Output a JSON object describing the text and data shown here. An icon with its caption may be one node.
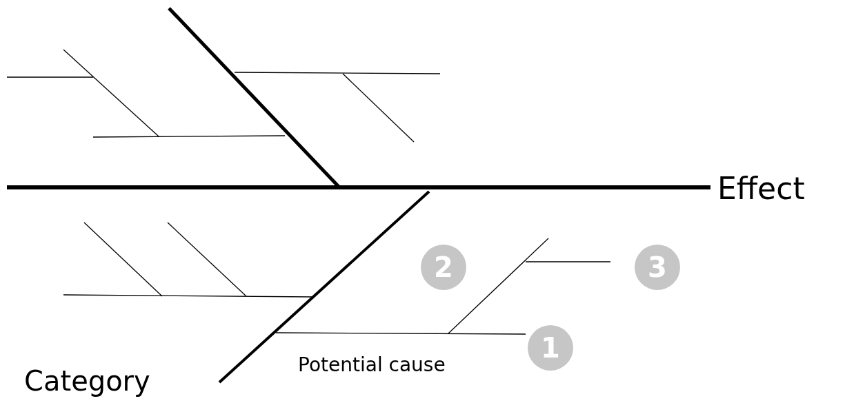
{
  "diagram": {
    "labels": [
      "Effect",
      "2",
      "3",
      "1",
      "Potential cause",
      "Category"
    ]
  }
}
